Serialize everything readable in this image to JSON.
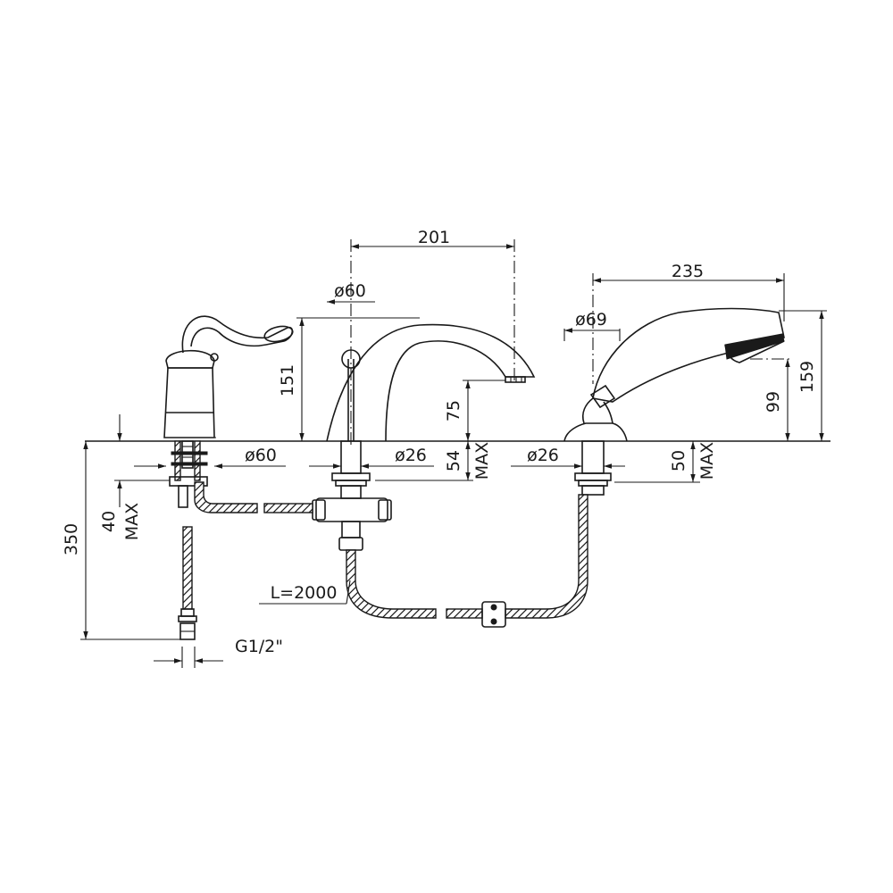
{
  "dimensions": {
    "spout_reach": "201",
    "shower_reach": "235",
    "spout_base_dia": "ø60",
    "mixer_base_dia": "ø60",
    "shower_base_dia": "ø69",
    "spout_shank_dia": "ø26",
    "shower_shank_dia": "ø26",
    "spout_height": "151",
    "spout_outlet_height": "75",
    "shower_height": "159",
    "shower_rest_height": "99",
    "spout_deck_max": "54",
    "shower_deck_max": "50",
    "mixer_deck_max": "40",
    "max_label": "MAX",
    "hose_length": "350",
    "shower_hose_length": "L=2000",
    "thread": "G1/2\""
  }
}
